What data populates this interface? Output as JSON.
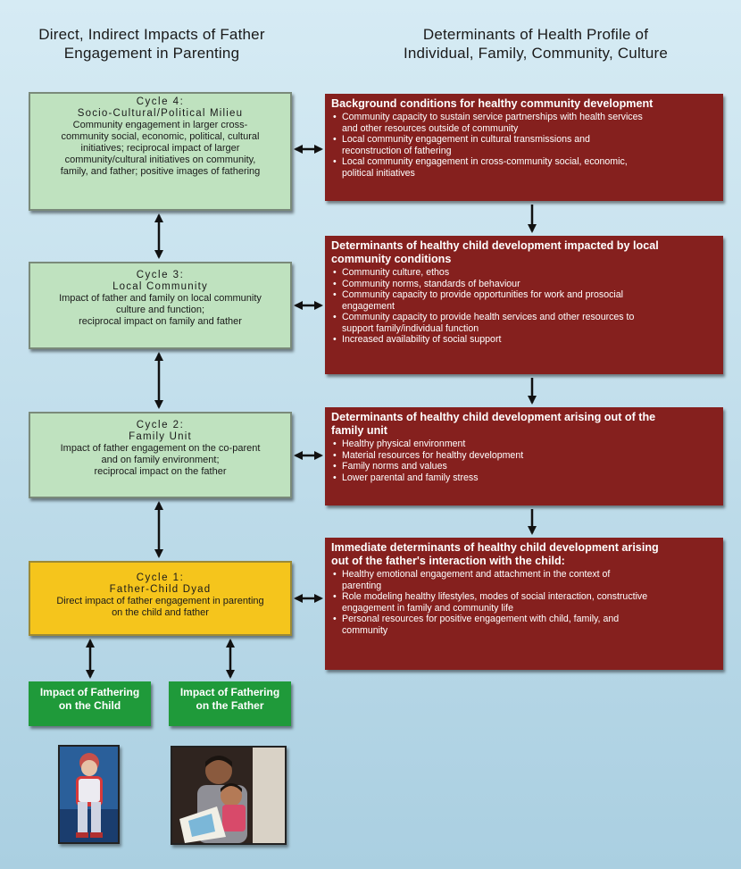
{
  "headings": {
    "left": [
      "Direct, Indirect Impacts of Father",
      "Engagement in Parenting"
    ],
    "right": [
      "Determinants of Health Profile of",
      "Individual, Family, Community, Culture"
    ]
  },
  "cycles": [
    {
      "title": "Cycle 4:",
      "name": "Socio-Cultural/Political Milieu",
      "lines": [
        "Community engagement in larger cross-",
        "community social, economic, political, cultural",
        "initiatives; reciprocal impact of larger",
        "community/cultural initiatives on community,",
        "family, and father; positive images of fathering"
      ]
    },
    {
      "title": "Cycle 3:",
      "name": "Local Community",
      "lines": [
        "Impact of father and family on local community",
        "culture and function;",
        "reciprocal impact on family and father"
      ]
    },
    {
      "title": "Cycle 2:",
      "name": "Family Unit",
      "lines": [
        "Impact of father engagement on the co-parent",
        "and on family environment;",
        "reciprocal impact on the father"
      ]
    },
    {
      "title": "Cycle 1:",
      "name": "Father-Child Dyad",
      "lines": [
        "Direct impact of father engagement in parenting",
        "on the child and father"
      ]
    }
  ],
  "determinants": [
    {
      "title": [
        "Background conditions for healthy community development"
      ],
      "items": [
        [
          "Community capacity to sustain service partnerships with health services",
          "and other resources outside of community"
        ],
        [
          "Local community engagement in cultural transmissions and",
          "reconstruction of fathering"
        ],
        [
          "Local community engagement in  cross-community social, economic,",
          "political initiatives"
        ]
      ]
    },
    {
      "title": [
        "Determinants of healthy child development impacted by local",
        "community conditions"
      ],
      "items": [
        [
          "Community culture, ethos"
        ],
        [
          "Community norms, standards of behaviour"
        ],
        [
          "Community capacity to provide opportunities for work and prosocial",
          "engagement"
        ],
        [
          "Community capacity to provide health services and other resources to",
          "support family/individual function"
        ],
        [
          "Increased availability of social support"
        ]
      ]
    },
    {
      "title": [
        "Determinants of healthy child development arising out of the",
        "family unit"
      ],
      "items": [
        [
          "Healthy physical environment"
        ],
        [
          "Material resources for healthy development"
        ],
        [
          "Family norms and values"
        ],
        [
          "Lower parental and family stress"
        ]
      ]
    },
    {
      "title": [
        "Immediate determinants of healthy child development arising",
        "out of the father's interaction with the child:"
      ],
      "items": [
        [
          "Healthy emotional engagement and attachment in the context of",
          "parenting"
        ],
        [
          "Role modeling healthy lifestyles, modes of social interaction, constructive",
          "engagement in family and community life"
        ],
        [
          "Personal resources for positive engagement with child, family, and",
          "community"
        ]
      ]
    }
  ],
  "impacts": [
    [
      "Impact of Fathering",
      "on the Child"
    ],
    [
      "Impact of Fathering",
      "on the Father"
    ]
  ],
  "colors": {
    "background_top": "#d6ebf4",
    "background_bottom": "#aacfe1",
    "cycle_green": "#bfe2bf",
    "cycle_yellow": "#f5c51c",
    "determinant_red": "#85201e",
    "impact_green": "#1f9a3a",
    "arrow": "#111111"
  },
  "icons": [
    "double-arrow-horizontal",
    "double-arrow-vertical",
    "arrow-down"
  ]
}
